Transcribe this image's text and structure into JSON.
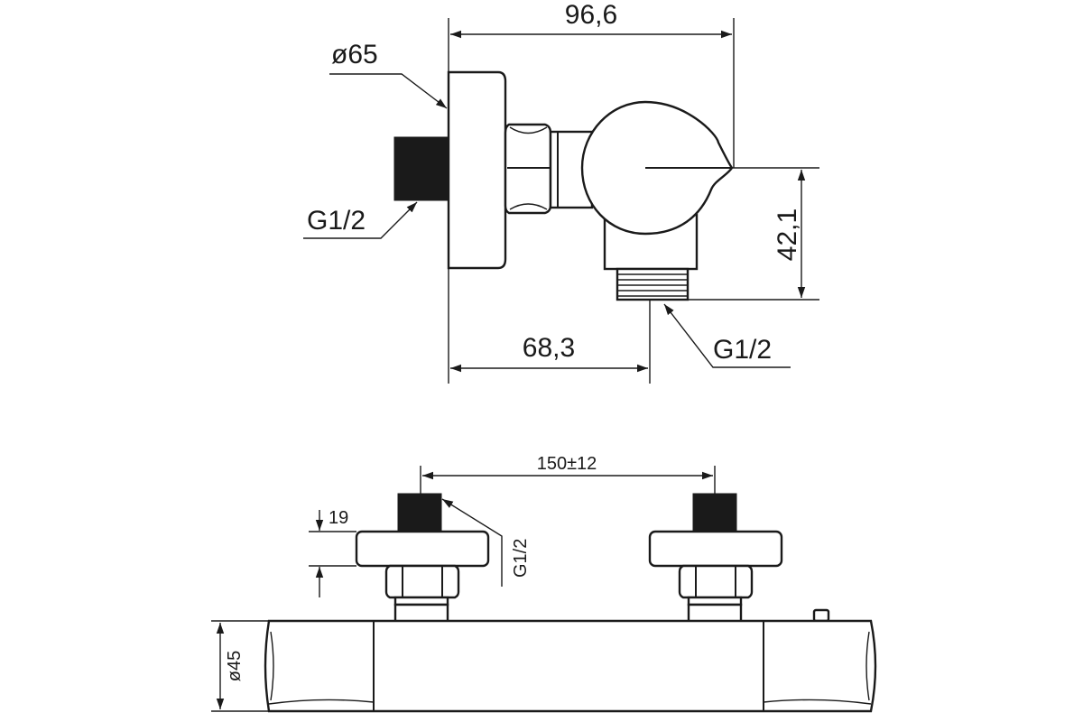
{
  "side_view": {
    "dim_overall_depth": "96,6",
    "dim_flange_diameter": "ø65",
    "dim_inlet_thread": "G1/2",
    "dim_outlet_thread": "G1/2",
    "dim_outlet_height": "42,1",
    "dim_outlet_offset": "68,3"
  },
  "front_view": {
    "dim_inlet_spacing": "150±12",
    "dim_flange_thickness": "19",
    "dim_inlet_thread": "G1/2",
    "dim_body_diameter": "ø45"
  }
}
